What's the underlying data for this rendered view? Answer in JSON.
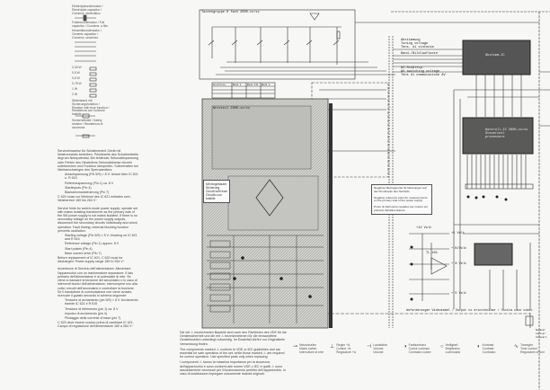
{
  "left_column": {
    "legend_symbols": [
      "Elektrolytkondensator / Electrolytic capacitor / Condens. elettrolitico",
      "Folienkondensator / Foil capacitor / Condens. a film",
      "Keramikkondensator / Ceramic capacitor / Condens. ceramico"
    ],
    "resistor_ratings": [
      "0,33 W",
      "0,5 W",
      "0,6 W",
      "0,75 W",
      "1 W",
      "2 W"
    ],
    "fuse_resistor": "Widerstand mit Sicherungsfunktion / Resistor with fuse function / Resistenza con funzione fusibile",
    "safety_resistor": "Sicherheitsteil / Safety resistor / Resistenza di sicurezza",
    "german_notes": "Servicehinweise für Schaltnetzteil: Gerät mit Netztrenntrafo betreiben. Primärseite des Schaltnetzteils liegt am Netzpotential. Bei fehlender Sekundärspannung oder Fehlen des Hinstellens Sekundärkreise einzeln unterbrechen und Funktion überprüfen. Sollverhalten bei Nichtanschwingen des Sperrwandlers:",
    "german_items": [
      "Anlaufspannung (Pin 5/9) < 8 V: Anlauf über IC 621 u. R 615",
      "Referenzspannung (Pin 1) ca. 8 V",
      "Startimpuls (Pin 4)",
      "Basisstromansteuerung (Pin 7)"
    ],
    "german_footer": "C 620 muss vor Wechsel des IC 621 entladen sein. Netzbereich 180 bis 264 V~",
    "english_notes": "Service hints for switch-mode power supply: operate set with mains isolating transformer as the primary side of the SM power supply is not mains isolated. If there is no secondary voltage on the power supply outputs, disconnect the secondary circuits individually and check operation. Fault finding: external blocking function prevents oscillation.",
    "english_items": [
      "Starting voltage (Pin 5/9) < 8 V: blocking on IC 621 and R 615",
      "Reference voltage (Pin 1) approx. 8 V",
      "Start pulses (Pin 4)",
      "Base current drive (Pin 7)"
    ],
    "english_footer": "Before replacement of IC 621, C 620 must be discharged. Power supply range 180 to 264 V~",
    "italian_notes": "Avvertenze di Servizio dell'alimentatore: Alimentare l'apparecchio con un trasformatore separatore. Il lato primario dell'alimentatore è al potenziale di rete. Se viene a mancare la tensione del secondario o in caso di interventi tecnici dell'alimentatore, interrompere uno alla volta i circuiti dell'secondario e controllare la funzione. Se il trasduttore di commutazione non viene avviato, ricercare il guasto secondo lo schema seguente:",
    "italian_items": [
      "Tensione di avviamento (pin 5/9) < 8 V: Avviamento tramite IC 621 e R 615",
      "Tensione di riferimento (pin 1) ca. 8 V",
      "Impulso di avviamento (pin 4)",
      "Pilotaggio della corrente di base (pin 7)"
    ],
    "italian_footer": "C 620 deve essere scarico prima di cambiare IC 621. Campo di regolazione dell'alimentatore 180 a 264 V~"
  },
  "schematic": {
    "tuning_group_title": "Tastengruppe 8 fach 2000-xx/xx",
    "table_header": [
      "Anschluss",
      "Band I",
      "Band III",
      "Band U"
    ],
    "tuning_voltage": "Abstimmung\nTuning voltage\nTens. di sintonia",
    "band_switch": "Band-/Bildlauftaste",
    "av_switching": "AV-Schaltsp.\nAV switching voltage\nTens di commutazione AV",
    "power_board_title": "Netzteil 2000-xx/xx",
    "fuse_note": "Mit eingebauter Sicherung\nCircuit with fuse\nCircuito con fusibile",
    "ic_top": "Abstimm-IC",
    "ic_mid": "Kontroll-IC 2000-xx/xx\nSteuerteil\nprocessore",
    "ic_op": "TL 431",
    "neg_ref_note": "Negativer Bezugspunkt für Messungen auf der Primärseite des Netzteils.\n\nNegative reference point for measurements on the primary side of the power supply.\n\nPunto di riferimento negativo per misure sul primario dell'alimentatore.",
    "outputs": [
      "+12 Volt",
      "+5 Volt",
      "+ B/Volt",
      "+ 8 Volt",
      "+ 5 Volt"
    ],
    "bottom_cable_note": "Anforderungen Videokabel / Output to ericsteckbar / Uscita cavo video",
    "right_note": "Speaker\nLautspr.\nAltoparl."
  },
  "footnotes": {
    "german": "Die mit ⚠ bezeichneten Bauteile sind nach den Richtlinien des VDE für die Gerätesicherheit und die mit ⚠ bezeichnetenen für die einwandfreie Gerätefunktion unbedingt notwendig. Im Ersatzfall dürfen nur Originalteile Verwendung finden.",
    "english": "The components marked ⚠ conform to VDE or IEC guidelines and are essential for safe operation of the set, while those marked ⚠ are required for correct operation. Use specified parts only when replacing.",
    "italian": "I componenti ⚠ hanno la massima importanza per la sicurezza dell'apparecchio e sono conformi alle norme VDE o IEC e quelli ⚠ sono assolutamente necessari per il funzionamento perfetto dell'apparecchio. In caso di sostituzione impiegare unicamente ricambi originali."
  },
  "legend": [
    {
      "icon": "switch",
      "label": "Netzschalter\nMains switch\nInterruttore di rete"
    },
    {
      "icon": "ground",
      "label": "Regler +A\nControl +A\nRegolatore +A"
    },
    {
      "icon": "volume",
      "label": "Lautstärke\nVolume\nVolume"
    },
    {
      "icon": "half-circle",
      "label": "Farbkontrast\nColour contrast\nContrasto colore"
    },
    {
      "icon": "circle",
      "label": "Helligkeit\nBrightness\nLuminosità"
    },
    {
      "icon": "half-circle-dark",
      "label": "Kontrast\nContrast\nContrasto"
    },
    {
      "icon": "tone",
      "label": "Tonregler\nTone control\nRegolatore di toni"
    }
  ]
}
